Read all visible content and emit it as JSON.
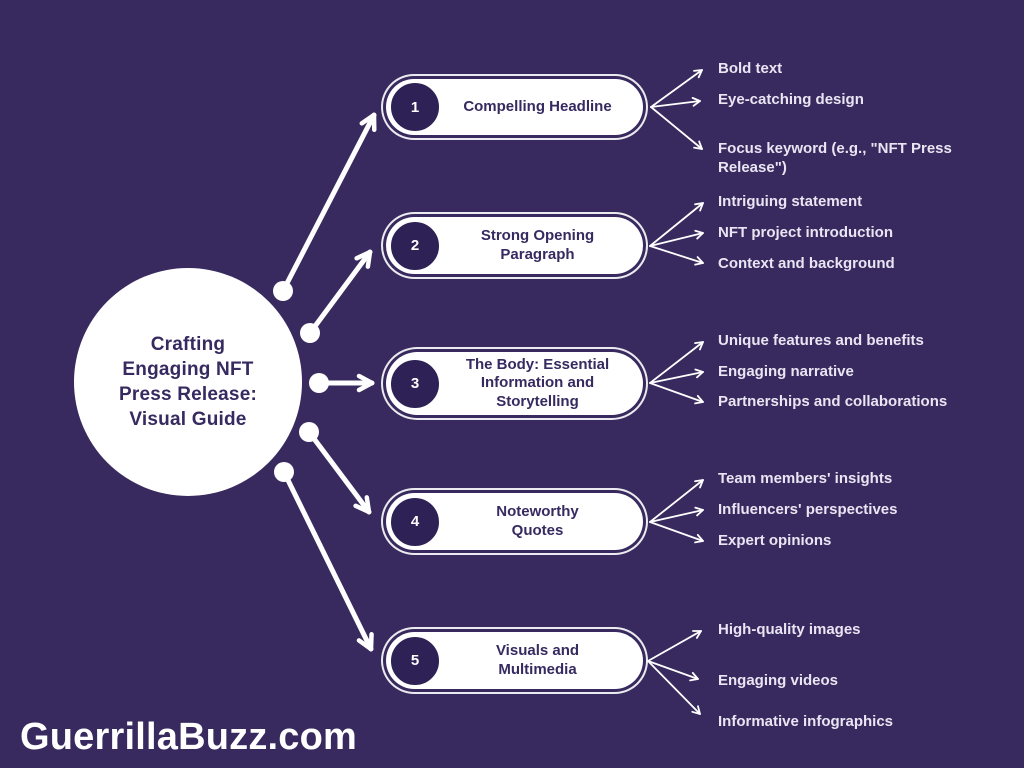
{
  "page": {
    "background_color": "#382a5e",
    "accent_dark_purple": "#2e2156",
    "leaf_text_color": "#eae5f3",
    "footer": "GuerrillaBuzz.com"
  },
  "center": {
    "title": "Crafting\nEngaging NFT\nPress Release:\nVisual Guide"
  },
  "steps": [
    {
      "number": "1",
      "label": "Compelling Headline",
      "items": [
        "Bold text",
        "Eye-catching design",
        "Focus keyword (e.g., \"NFT Press Release\")"
      ]
    },
    {
      "number": "2",
      "label": "Strong Opening\nParagraph",
      "items": [
        "Intriguing statement",
        "NFT project introduction",
        "Context and background"
      ]
    },
    {
      "number": "3",
      "label": "The Body: Essential\nInformation and\nStorytelling",
      "items": [
        "Unique features and benefits",
        "Engaging narrative",
        "Partnerships and collaborations"
      ]
    },
    {
      "number": "4",
      "label": "Noteworthy\nQuotes",
      "items": [
        "Team members' insights",
        "Influencers' perspectives",
        "Expert opinions"
      ]
    },
    {
      "number": "5",
      "label": "Visuals and\nMultimedia",
      "items": [
        "High-quality images",
        "Engaging videos",
        "Informative infographics"
      ]
    }
  ]
}
